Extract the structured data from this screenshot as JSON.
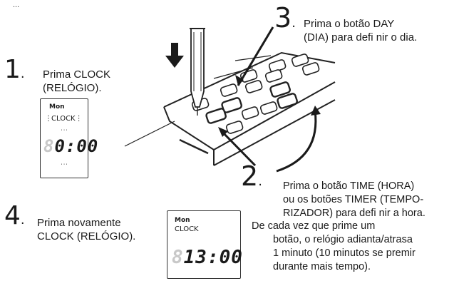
{
  "header_fragment": "...",
  "steps": [
    {
      "number": "1",
      "text_lines": [
        "Prima CLOCK",
        "(RELÓGIO)."
      ]
    },
    {
      "number": "2",
      "text_lines": [
        "Prima o botão TIME (HORA)",
        "ou os botões TIMER (TEMPO-",
        "RIZADOR) para defi nir a hora.",
        "De cada vez que prime um",
        "botão, o relógio adianta/atrasa",
        "1 minuto (10 minutos se premir",
        "durante mais tempo)."
      ]
    },
    {
      "number": "3",
      "text_lines": [
        "Prima o botão DAY",
        "(DIA) para defi nir o dia."
      ]
    },
    {
      "number": "4",
      "text_lines": [
        "Prima novamente",
        "CLOCK (RELÓGIO)."
      ]
    }
  ],
  "display_1": {
    "day": "Mon",
    "label": "CLOCK",
    "ghost_digit": "8",
    "time": "0:00"
  },
  "display_2": {
    "day": "Mon",
    "label": "CLOCK",
    "ghost_digit": "8",
    "time": "13:00"
  }
}
